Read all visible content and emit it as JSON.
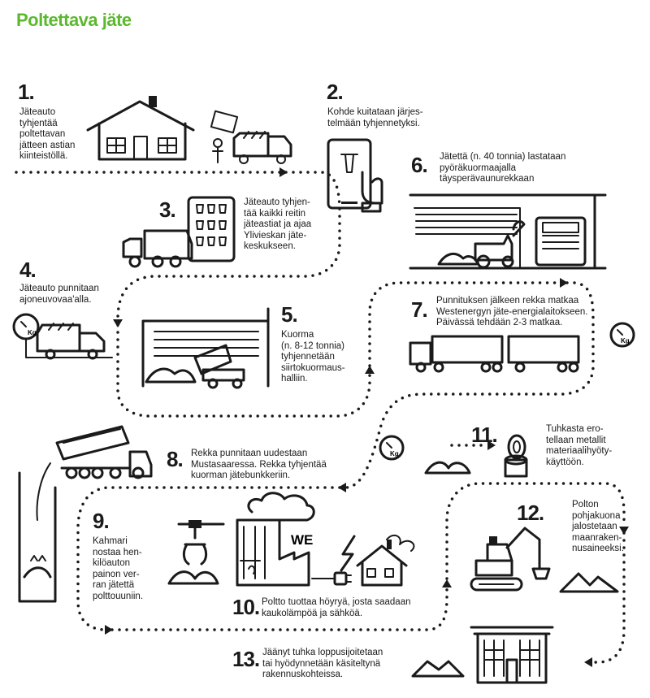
{
  "title": "Poltettava jäte",
  "steps": [
    {
      "num": "1.",
      "text": "Jäteauto\ntyhjentää\npoltettavan\njätteen astian\nkiinteistöllä."
    },
    {
      "num": "2.",
      "text": "Kohde kuitataan järjes-\ntelmään tyhjennetyksi."
    },
    {
      "num": "3.",
      "text": "Jäteauto tyhjen-\ntää kaikki reitin\njäteastiat ja ajaa\nYlivieskan jäte-\nkeskukseen."
    },
    {
      "num": "4.",
      "text": "Jäteauto punnitaan\najoneuvovaa'alla."
    },
    {
      "num": "5.",
      "text": "Kuorma\n(n. 8-12 tonnia)\ntyhjennetään\nsiirtokuormaus-\nhalliin."
    },
    {
      "num": "6.",
      "text": "Jätettä (n. 40 tonnia) lastataan\npyöräkuormaajalla\ntäysperävaunurekkaan"
    },
    {
      "num": "7.",
      "text": "Punnituksen jälkeen rekka matkaa\nWestenergyn jäte-energialaitokseen.\nPäivässä tehdään 2-3 matkaa."
    },
    {
      "num": "8.",
      "text": "Rekka punnitaan uudestaan\nMustasaaressa. Rekka tyhjentää\nkuorman jätebunkkeriin."
    },
    {
      "num": "9.",
      "text": "Kahmari\nnostaa hen-\nkilöauton\npainon ver-\nran jätettä\npolttouuniin."
    },
    {
      "num": "10.",
      "text": "Poltto tuottaa höyryä, josta saadaan\nkaukolämpöä ja sähköä."
    },
    {
      "num": "11.",
      "text": "Tuhkasta ero-\ntellaan metallit\nmateriaalihyöty-\nkäyttöön."
    },
    {
      "num": "12.",
      "text": "Polton\npohjakuona\njalostetaan\nmaanraken-\nnusaineeksi."
    },
    {
      "num": "13.",
      "text": "Jäänyt tuhka loppusijoitetaan\ntai hyödynnetään käsiteltynä\nrakennuskohteissa."
    }
  ],
  "labels": {
    "scale": "Kg",
    "plant_logo": "WE"
  }
}
